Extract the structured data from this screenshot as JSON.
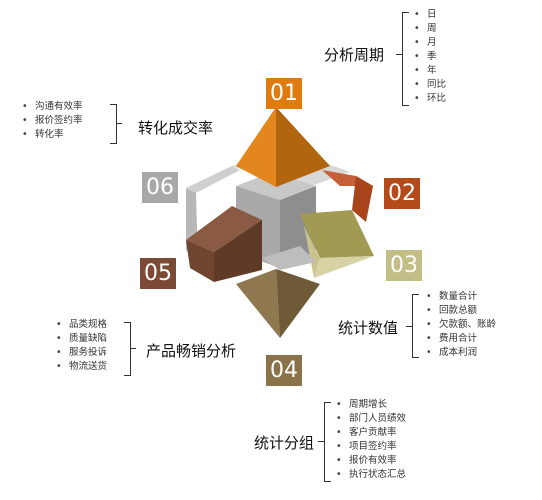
{
  "badges": [
    {
      "num": "01",
      "color": "#e07b10"
    },
    {
      "num": "02",
      "color": "#b4491a"
    },
    {
      "num": "03",
      "color": "#c3bd86"
    },
    {
      "num": "04",
      "color": "#8a7348"
    },
    {
      "num": "05",
      "color": "#7a4a34"
    },
    {
      "num": "06",
      "color": "#a8a8a8"
    }
  ],
  "sections": {
    "analysis_period": {
      "title": "分析周期",
      "items": [
        "日",
        "周",
        "月",
        "季",
        "年",
        "同比",
        "环比"
      ]
    },
    "conversion_rate": {
      "title": "转化成交率",
      "items": [
        "沟通有效率",
        "报价签约率",
        "转化率"
      ]
    },
    "statistic_values": {
      "title": "统计数值",
      "items": [
        "数量合计",
        "回款总额",
        "欠款额、账龄",
        "费用合计",
        "成本利润"
      ]
    },
    "product_sales": {
      "title": "产品畅销分析",
      "items": [
        "品类规格",
        "质量缺陷",
        "服务投诉",
        "物流送货"
      ]
    },
    "statistic_groups": {
      "title": "统计分组",
      "items": [
        "周期增长",
        "部门人员绩效",
        "客户贡献率",
        "项目签约率",
        "报价有效率",
        "执行状态汇总"
      ]
    }
  }
}
